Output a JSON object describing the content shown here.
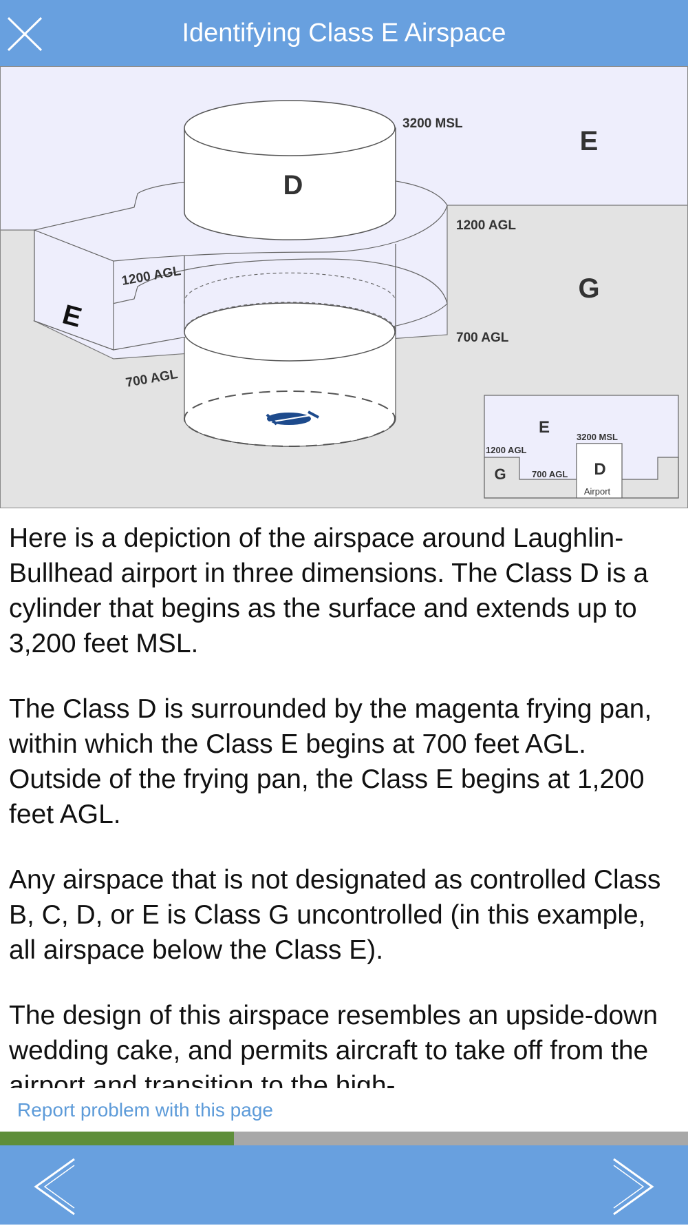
{
  "header": {
    "title": "Identifying Class E Airspace",
    "close_icon": "close-icon"
  },
  "figure": {
    "top_label": "E",
    "mid_label": "G",
    "d_label": "D",
    "e_side_label": "E",
    "msl_3200": "3200 MSL",
    "agl_1200_right": "1200 AGL",
    "agl_700_right": "700 AGL",
    "agl_1200_left": "1200 AGL",
    "agl_700_left": "700 AGL",
    "inset": {
      "e": "E",
      "msl": "3200 MSL",
      "agl1200": "1200 AGL",
      "g": "G",
      "agl700": "700 AGL",
      "d": "D",
      "airport": "Airport"
    },
    "colors": {
      "e_fill": "#eeeefc",
      "g_fill": "#e3e3e3",
      "runway": "#1d4a8c"
    }
  },
  "content": {
    "p1": "Here is a depiction of the airspace around Laughlin-Bullhead airport in three dimensions. The Class D is a cylinder that begins as the surface and extends up to 3,200 feet MSL.",
    "p2": "The Class D is surrounded by the magenta frying pan, within which the Class E begins at 700 feet AGL. Outside of the frying pan, the Class E begins at 1,200 feet AGL.",
    "p3": "Any airspace that is not designated as controlled Class B, C, D, or E is Class G uncontrolled (in this example, all airspace below the Class E).",
    "p4": "The design of this airspace resembles an upside-down wedding cake, and permits aircraft to take off from the airport and transition to the high-"
  },
  "report_link": "Report problem with this page",
  "progress": {
    "fraction": 0.34
  },
  "footer": {
    "prev_icon": "chevron-left-icon",
    "next_icon": "chevron-right-icon"
  }
}
